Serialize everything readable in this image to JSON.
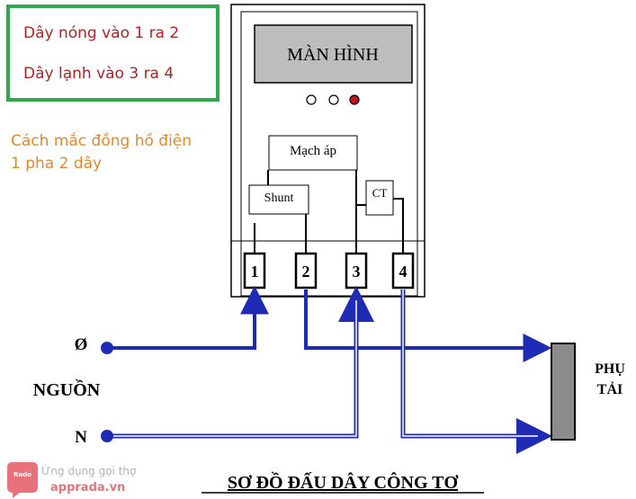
{
  "legend": {
    "line1": "Dây nóng vào 1 ra 2",
    "line2": "Dây lạnh vào 3 ra 4",
    "border_color": "#2fa84f",
    "text_color": "#b22222"
  },
  "caption": {
    "line1": "Cách mắc đồng hồ điện",
    "line2": "1 pha 2 dây",
    "color": "#e08a2c"
  },
  "meter": {
    "screen_label": "MÀN HÌNH",
    "indicator_lights": [
      "off",
      "off",
      "on"
    ],
    "voltage_circuit_label": "Mạch áp",
    "shunt_label": "Shunt",
    "ct_label": "CT",
    "terminals": [
      "1",
      "2",
      "3",
      "4"
    ]
  },
  "source": {
    "label": "NGUỒN",
    "phase_label": "Ø",
    "neutral_label": "N"
  },
  "load": {
    "label_line1": "PHỤ",
    "label_line2": "TẢI"
  },
  "title": "SƠ ĐỒ ĐẤU DÂY CÔNG TƠ",
  "watermark": {
    "badge": "Rado",
    "line1": "Ứng dụng gọi thợ",
    "line2": "apprada.vn"
  },
  "colors": {
    "wire": "#1f2bb5",
    "screen_fill": "#bdbdbd",
    "load_fill": "#8c8c8c",
    "light_on": "#c0161b"
  }
}
